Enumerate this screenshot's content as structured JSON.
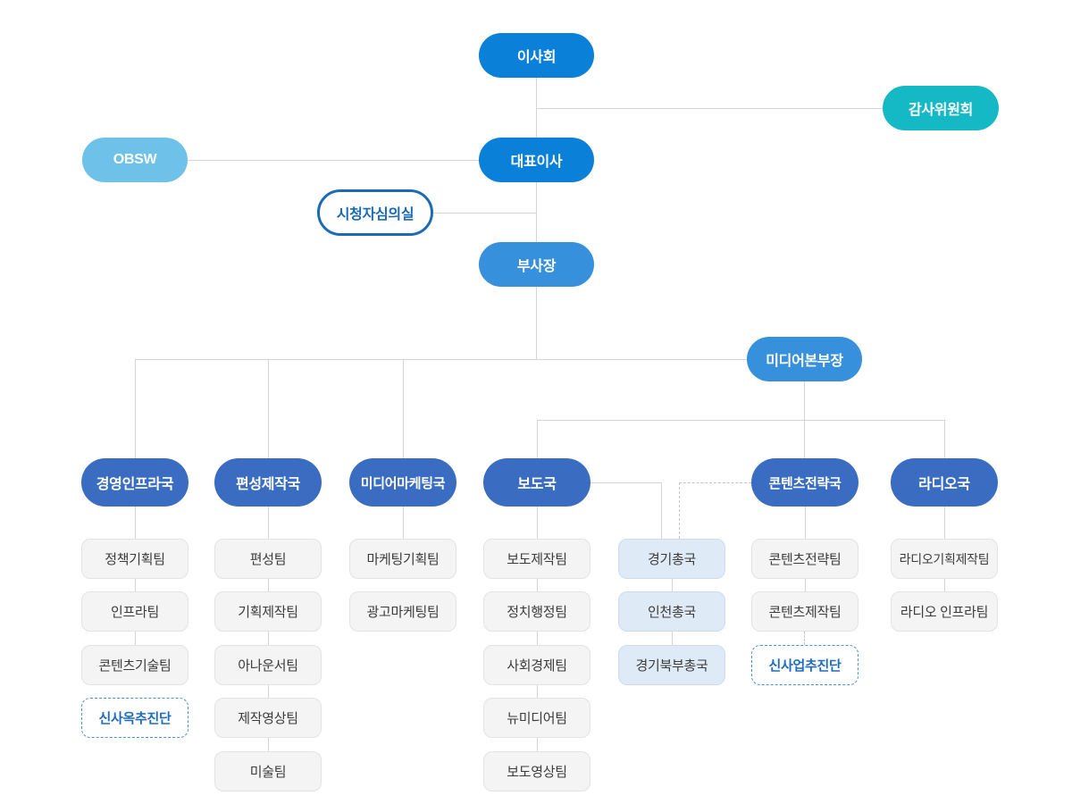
{
  "nodes": {
    "board": {
      "label": "이사회"
    },
    "audit_committee": {
      "label": "감사위원회"
    },
    "obsw": {
      "label": "OBSW"
    },
    "ceo": {
      "label": "대표이사"
    },
    "viewer_review": {
      "label": "시청자심의실"
    },
    "vice_president": {
      "label": "부사장"
    },
    "media_division_head": {
      "label": "미디어본부장"
    }
  },
  "departments": [
    {
      "label": "경영인프라국",
      "teams": [
        "정책기획팀",
        "인프라팀",
        "콘텐츠기술팀",
        "신사옥추진단"
      ]
    },
    {
      "label": "편성제작국",
      "teams": [
        "편성팀",
        "기획제작팀",
        "아나운서팀",
        "제작영상팀",
        "미술팀"
      ]
    },
    {
      "label": "미디어마케팅국",
      "teams": [
        "마케팅기획팀",
        "광고마케팅팀"
      ]
    },
    {
      "label": "보도국",
      "teams": [
        "보도제작팀",
        "정치행정팀",
        "사회경제팀",
        "뉴미디어팀",
        "보도영상팀"
      ]
    },
    {
      "label": "콘텐츠전략국",
      "teams": [
        "콘텐츠전략팀",
        "콘텐츠제작팀",
        "신사업추진단"
      ]
    },
    {
      "label": "라디오국",
      "teams": [
        "라디오기획제작팀",
        "라디오 인프라팀"
      ]
    }
  ],
  "regional_bureaus": [
    "경기총국",
    "인천총국",
    "경기북부총국"
  ],
  "colors": {
    "bright_blue": "#0a80d8",
    "teal": "#15b9c6",
    "light_blue": "#6ec2e9",
    "azure_blue": "#3790dc",
    "department_blue": "#3a6cc1",
    "outline_blue": "#1a6ab5",
    "team_box_bg": "#f4f4f5",
    "regional_box_bg": "#dfeaf7",
    "dashed_box_text": "#1f6bbd",
    "dashed_box_border": "#4a90d9",
    "line_gray": "#d5d5d5"
  }
}
